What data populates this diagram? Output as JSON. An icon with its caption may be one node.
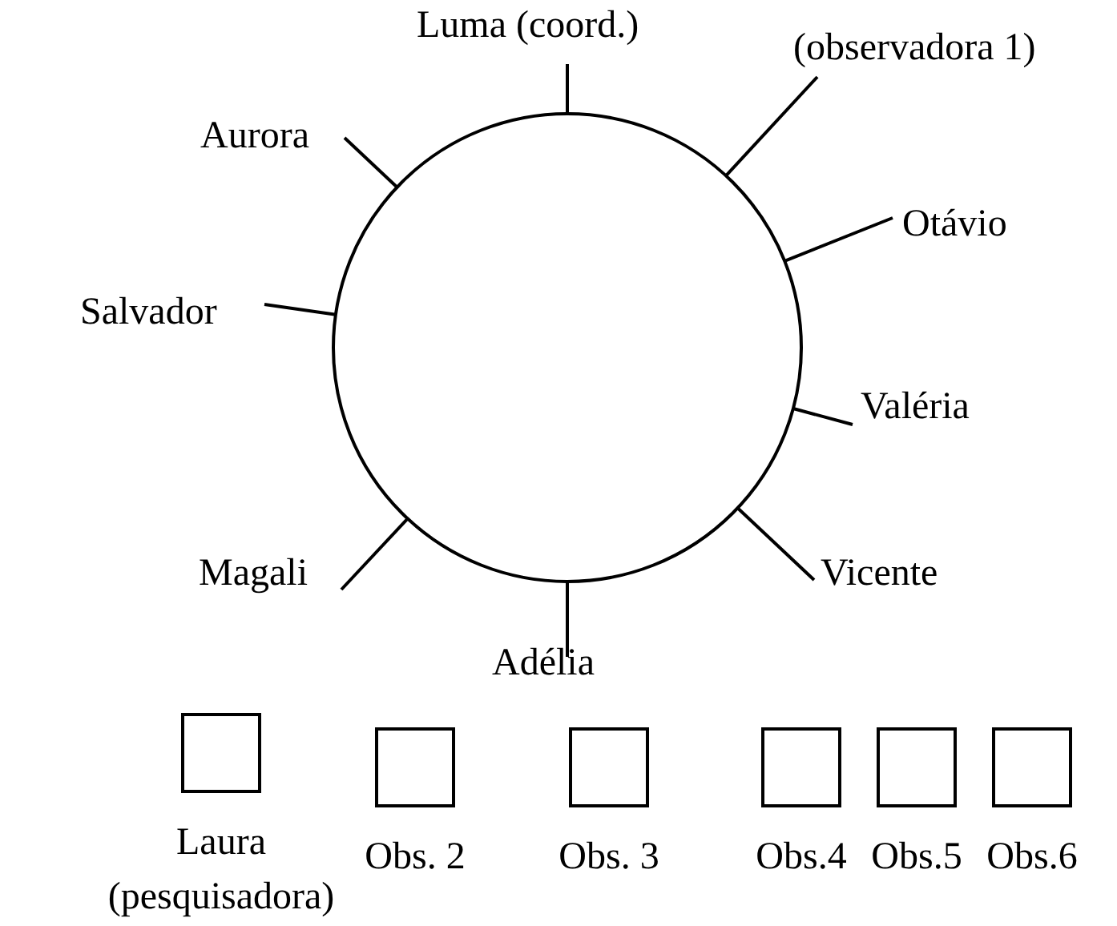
{
  "diagram": {
    "nodes": [
      {
        "text": [],
        "shape": "circle"
      },
      {
        "text": [
          "Luma (coord.)"
        ]
      },
      {
        "text": [
          "(observadora 1)"
        ]
      },
      {
        "text": [
          "Aurora"
        ]
      },
      {
        "text": [
          "Otávio"
        ]
      },
      {
        "text": [
          "Salvador"
        ]
      },
      {
        "text": [
          "Valéria"
        ]
      },
      {
        "text": [
          "Magali"
        ]
      },
      {
        "text": [
          "Vicente"
        ]
      },
      {
        "text": [
          "Adélia"
        ]
      },
      {
        "text": [],
        "shape": "box",
        "beside": [
          "Laura (pesquisadora)"
        ]
      },
      {
        "text": [],
        "shape": "box",
        "beside": [
          "Obs. 2"
        ]
      },
      {
        "text": [],
        "shape": "box",
        "beside": [
          "Obs. 3"
        ]
      },
      {
        "text": [],
        "shape": "box",
        "beside": [
          "Obs.4"
        ]
      },
      {
        "text": [],
        "shape": "box",
        "beside": [
          "Obs.5"
        ]
      },
      {
        "text": [],
        "shape": "box",
        "beside": [
          "Obs.6"
        ]
      }
    ],
    "edges": [
      {
        "from": 1,
        "to": 0,
        "arrow": "none"
      },
      {
        "from": 2,
        "to": 0,
        "arrow": "none"
      },
      {
        "from": 3,
        "to": 0,
        "arrow": "none"
      },
      {
        "from": 4,
        "to": 0,
        "arrow": "none"
      },
      {
        "from": 5,
        "to": 0,
        "arrow": "none"
      },
      {
        "from": 6,
        "to": 0,
        "arrow": "none"
      },
      {
        "from": 7,
        "to": 0,
        "arrow": "none"
      },
      {
        "from": 8,
        "to": 0,
        "arrow": "none"
      },
      {
        "from": 9,
        "to": 0,
        "arrow": "none"
      }
    ]
  }
}
